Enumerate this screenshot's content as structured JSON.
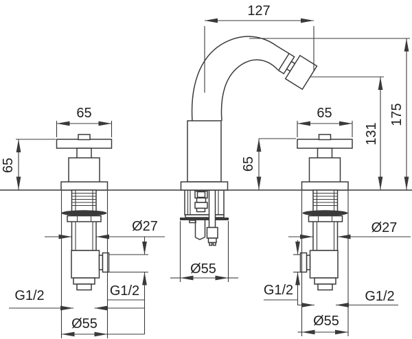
{
  "drawing": {
    "labels": {
      "spout_reach": "127",
      "total_height": "175",
      "outlet_height": "131",
      "handle_width_left": "65",
      "handle_width_right": "65",
      "deck_height_left": "65",
      "deck_height_center": "65",
      "shank_diameter_left": "Ø27",
      "shank_diameter_right": "Ø27",
      "base_diameter_left": "Ø55",
      "base_diameter_center": "Ø55",
      "base_diameter_right": "Ø55",
      "outlet_thread_left": "G1/2",
      "side_thread_left": "G1/2",
      "side_thread_right": "G1/2",
      "outlet_thread_right": "G1/2"
    },
    "colors": {
      "ink": "#3a3a3a",
      "text": "#1f1f1f",
      "background": "#ffffff"
    }
  }
}
